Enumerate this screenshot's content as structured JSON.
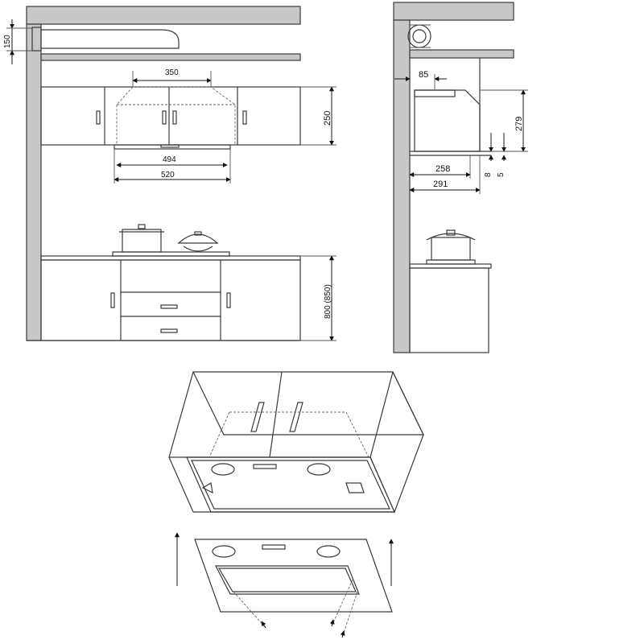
{
  "front_view": {
    "duct_offset": "150",
    "hood_top_width": "350",
    "cabinet_height": "250",
    "inner_width": "494",
    "outer_width": "520",
    "counter_height": "800 (850)"
  },
  "side_view": {
    "wall_offset": "85",
    "hood_height": "279",
    "depth_inner": "258",
    "depth_outer": "291",
    "gap_a": "8",
    "gap_b": "5"
  }
}
